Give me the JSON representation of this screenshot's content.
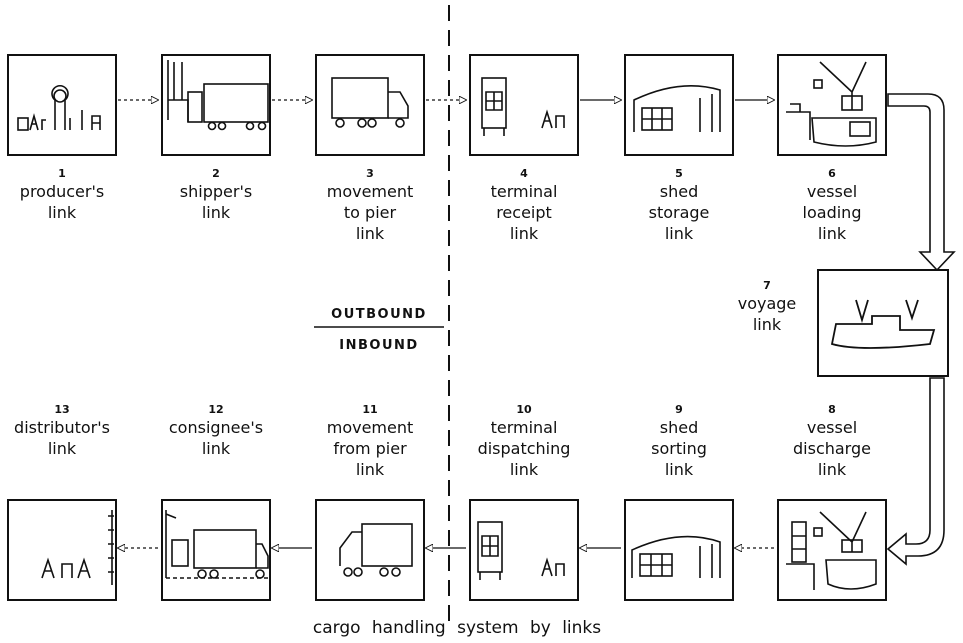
{
  "caption": "cargo handling system by links",
  "direction": {
    "outbound": "OUTBOUND",
    "inbound": "INBOUND"
  },
  "links": [
    {
      "number": "1",
      "lines": [
        "producer's",
        "link"
      ]
    },
    {
      "number": "2",
      "lines": [
        "shipper's",
        "link"
      ]
    },
    {
      "number": "3",
      "lines": [
        "movement",
        "to pier",
        "link"
      ]
    },
    {
      "number": "4",
      "lines": [
        "terminal",
        "receipt",
        "link"
      ]
    },
    {
      "number": "5",
      "lines": [
        "shed",
        "storage",
        "link"
      ]
    },
    {
      "number": "6",
      "lines": [
        "vessel",
        "loading",
        "link"
      ]
    },
    {
      "number": "7",
      "lines": [
        "voyage",
        "link"
      ]
    },
    {
      "number": "8",
      "lines": [
        "vessel",
        "discharge",
        "link"
      ]
    },
    {
      "number": "9",
      "lines": [
        "shed",
        "sorting",
        "link"
      ]
    },
    {
      "number": "10",
      "lines": [
        "terminal",
        "dispatching",
        "link"
      ]
    },
    {
      "number": "11",
      "lines": [
        "movement",
        "from pier",
        "link"
      ]
    },
    {
      "number": "12",
      "lines": [
        "consignee's",
        "link"
      ]
    },
    {
      "number": "13",
      "lines": [
        "distributor's",
        "link"
      ]
    }
  ]
}
